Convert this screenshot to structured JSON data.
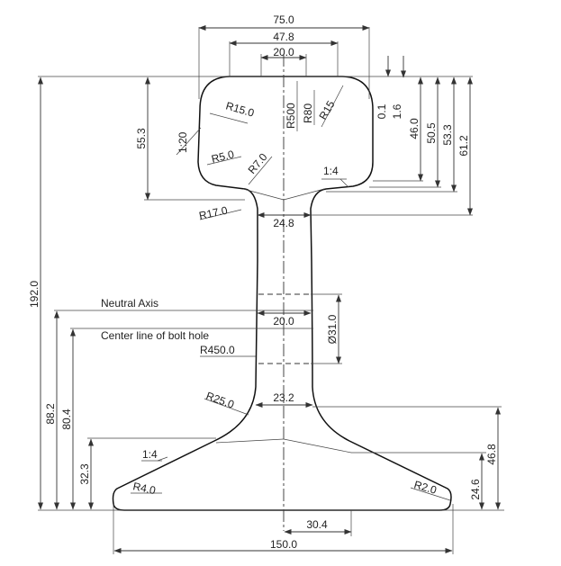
{
  "dimensions": {
    "head_width": "75.0",
    "head_top_width": "47.8",
    "crown_width": "20.0",
    "head_side_height": "55.3",
    "drop_1": "0.1",
    "drop_2": "1.6",
    "head_depth": "46.0",
    "dim_50_5": "50.5",
    "dim_53_3": "53.3",
    "dim_61_2": "61.2",
    "total_height": "192.0",
    "neutral_axis_height": "88.2",
    "bolt_hole_height": "80.4",
    "foot_edge_height": "32.3",
    "web_top_width": "24.8",
    "bolt_hole_width": "20.0",
    "bolt_hole_diameter": "Ø31.0",
    "web_bottom_width": "23.2",
    "foot_height": "46.8",
    "foot_edge_right": "24.6",
    "foot_half": "30.4",
    "foot_width": "150.0"
  },
  "radii": {
    "r_head_corner": "R15.0",
    "r_500": "R500",
    "r_80": "R80",
    "r_15": "R15",
    "r_5": "R5.0",
    "r_7": "R7.0",
    "r_17": "R17.0",
    "r_450": "R450.0",
    "r_25": "R25.0",
    "r_4": "R4.0",
    "r_2": "R2.0"
  },
  "slopes": {
    "head_side": "1:20",
    "head_underside": "1:4",
    "foot_top": "1:4"
  },
  "labels": {
    "neutral_axis": "Neutral Axis",
    "bolt_hole_centerline": "Center line of bolt hole"
  }
}
